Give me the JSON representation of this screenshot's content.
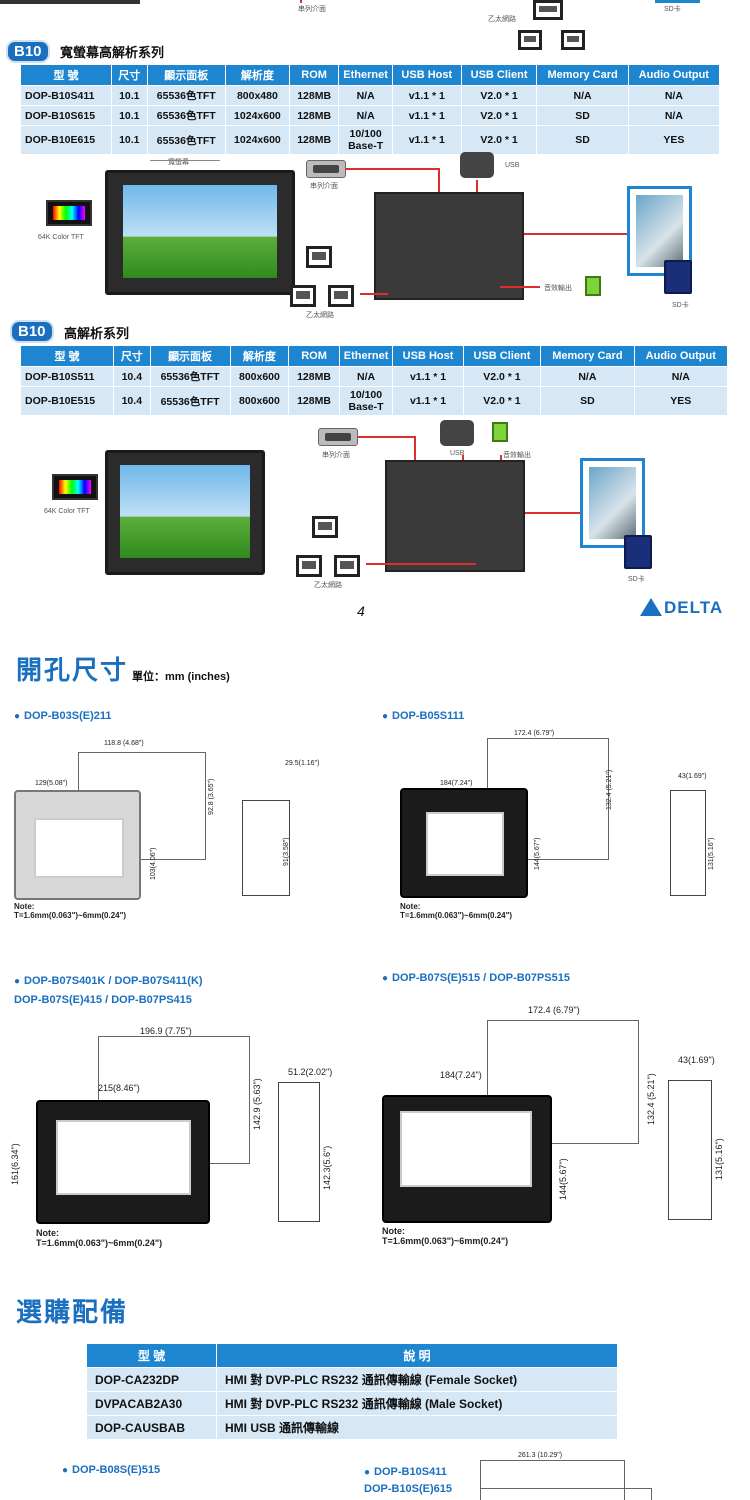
{
  "top_fragment": {
    "serial_label": "串列介面",
    "ethernet_label": "乙太網路",
    "sd_label": "SD卡"
  },
  "section1": {
    "badge": "B10",
    "title": "寬螢幕高解析系列",
    "headers": [
      "型 號",
      "尺寸",
      "顯示面板",
      "解析度",
      "ROM",
      "Ethernet",
      "USB Host",
      "USB Client",
      "Memory Card",
      "Audio Output"
    ],
    "rows": [
      [
        "DOP-B10S411",
        "10.1",
        "65536色TFT",
        "800x480",
        "128MB",
        "N/A",
        "v1.1 * 1",
        "V2.0 * 1",
        "N/A",
        "N/A"
      ],
      [
        "DOP-B10S615",
        "10.1",
        "65536色TFT",
        "1024x600",
        "128MB",
        "N/A",
        "v1.1 * 1",
        "V2.0 * 1",
        "SD",
        "N/A"
      ],
      [
        "DOP-B10E615",
        "10.1",
        "65536色TFT",
        "1024x600",
        "128MB",
        "10/100 Base-T",
        "v1.1 * 1",
        "V2.0 * 1",
        "SD",
        "YES"
      ]
    ],
    "widescreen_label": "寬螢幕",
    "tft_label": "64K Color  TFT",
    "serial_label": "串列介面",
    "usb_label": "USB",
    "audio_label": "音效輸出",
    "ethernet_label": "乙太網路",
    "sd_label": "SD卡"
  },
  "section2": {
    "badge": "B10",
    "title": "高解析系列",
    "headers": [
      "型 號",
      "尺寸",
      "顯示面板",
      "解析度",
      "ROM",
      "Ethernet",
      "USB Host",
      "USB Client",
      "Memory Card",
      "Audio Output"
    ],
    "rows": [
      [
        "DOP-B10S511",
        "10.4",
        "65536色TFT",
        "800x600",
        "128MB",
        "N/A",
        "v1.1 * 1",
        "V2.0 * 1",
        "N/A",
        "N/A"
      ],
      [
        "DOP-B10E515",
        "10.4",
        "65536色TFT",
        "800x600",
        "128MB",
        "10/100 Base-T",
        "v1.1 * 1",
        "V2.0 * 1",
        "SD",
        "YES"
      ]
    ],
    "tft_label": "64K Color  TFT",
    "serial_label": "串列介面",
    "usb_label": "USB",
    "audio_label": "音效輸出",
    "ethernet_label": "乙太網路",
    "sd_label": "SD卡"
  },
  "page_number": "4",
  "brand": "DELTA",
  "cutout": {
    "title": "開孔尺寸",
    "unit": "單位：mm (inches)",
    "models": [
      {
        "label": "DOP-B03S(E)211",
        "dims": [
          "118.8 (4.68\")",
          "29.5(1.16\")",
          "129(5.08\")",
          "92.8 (3.65\")",
          "103(4.06\")",
          "91(3.58\")"
        ],
        "note": "Note:\nT=1.6mm(0.063\")~6mm(0.24\")"
      },
      {
        "label": "DOP-B05S111",
        "dims": [
          "172.4 (6.79\")",
          "184(7.24\")",
          "132.4 (5.21\")",
          "144(5.67\")",
          "43(1.69\")",
          "131(5.16\")"
        ],
        "note": "Note:\nT=1.6mm(0.063\")~6mm(0.24\")"
      },
      {
        "label": "DOP-B07S401K / DOP-B07S411(K)\nDOP-B07S(E)415 / DOP-B07PS415",
        "dims": [
          "196.9 (7.75\")",
          "215(8.46\")",
          "51.2(2.02\")",
          "142.9 (5.63\")",
          "161(6.34\")",
          "142.3(5.6\")"
        ],
        "note": "Note:\nT=1.6mm(0.063\")~6mm(0.24\")"
      },
      {
        "label": "DOP-B07S(E)515 / DOP-B07PS515",
        "dims": [
          "172.4 (6.79\")",
          "184(7.24\")",
          "43(1.69\")",
          "132.4 (5.21\")",
          "144(5.67\")",
          "131(5.16\")"
        ],
        "note": "Note:\nT=1.6mm(0.063\")~6mm(0.24\")"
      }
    ]
  },
  "accessories": {
    "title": "選購配備",
    "headers": [
      "型 號",
      "說 明"
    ],
    "rows": [
      [
        "DOP-CA232DP",
        "HMI 對 DVP-PLC RS232 通訊傳輸線 (Female Socket)"
      ],
      [
        "DVPACAB2A30",
        "HMI 對 DVP-PLC RS232 通訊傳輸線 (Male Socket)"
      ],
      [
        "DOP-CAUSBAB",
        "HMI USB 通訊傳輸線"
      ]
    ]
  },
  "bottom": {
    "left_label": "DOP-B08S(E)515",
    "right_label": "DOP-B10S411\nDOP-B10S(E)615",
    "dim": "261.3 (10.29\")"
  }
}
